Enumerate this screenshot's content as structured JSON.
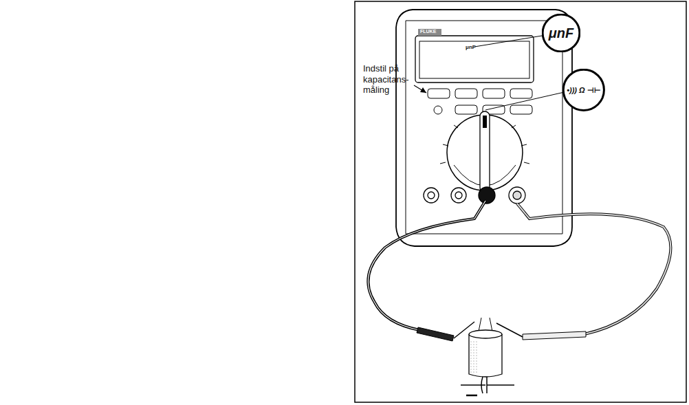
{
  "diagram": {
    "nodes": [
      {
        "text": [
          "μnF"
        ]
      },
      {
        "text": [
          "•))) Ω ⊣⊢"
        ]
      }
    ],
    "labels": [
      "Indstil på kapacitans-måling",
      "FLUKE",
      "μnF"
    ]
  }
}
